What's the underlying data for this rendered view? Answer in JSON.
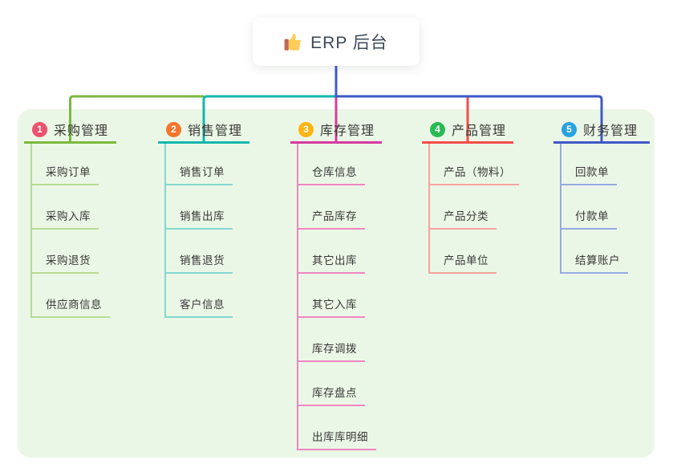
{
  "root": {
    "title": "ERP 后台",
    "icon": "thumbs-up"
  },
  "branches": [
    {
      "badge": "1",
      "badge_color": "#f0506e",
      "label": "采购管理",
      "line_color": "#7cb93f",
      "sub_line_color": "#b7db92",
      "children": [
        "采购订单",
        "采购入库",
        "采购退货",
        "供应商信息"
      ]
    },
    {
      "badge": "2",
      "badge_color": "#f5762d",
      "label": "销售管理",
      "line_color": "#12b7ac",
      "sub_line_color": "#83d7cf",
      "children": [
        "销售订单",
        "销售出库",
        "销售退货",
        "客户信息"
      ]
    },
    {
      "badge": "3",
      "badge_color": "#fcb413",
      "label": "库存管理",
      "line_color": "#d63b9d",
      "sub_line_color": "#ef86c0",
      "children": [
        "仓库信息",
        "产品库存",
        "其它出库",
        "其它入库",
        "库存调拨",
        "库存盘点",
        "出库库明细"
      ]
    },
    {
      "badge": "4",
      "badge_color": "#2ab953",
      "label": "产品管理",
      "line_color": "#f64c4c",
      "sub_line_color": "#f9a3a0",
      "children": [
        "产品（物料）",
        "产品分类",
        "产品单位"
      ]
    },
    {
      "badge": "5",
      "badge_color": "#2ba2e0",
      "label": "财务管理",
      "line_color": "#3f58c8",
      "sub_line_color": "#97a9e4",
      "children": [
        "回款单",
        "付款单",
        "结算账户"
      ]
    }
  ],
  "colors": {
    "page_bg": "#ffffff",
    "panel_bg": "#ebf7e6",
    "root_connector": "#3f58c8",
    "badge_text": "#ffffff",
    "text": "#383838"
  }
}
